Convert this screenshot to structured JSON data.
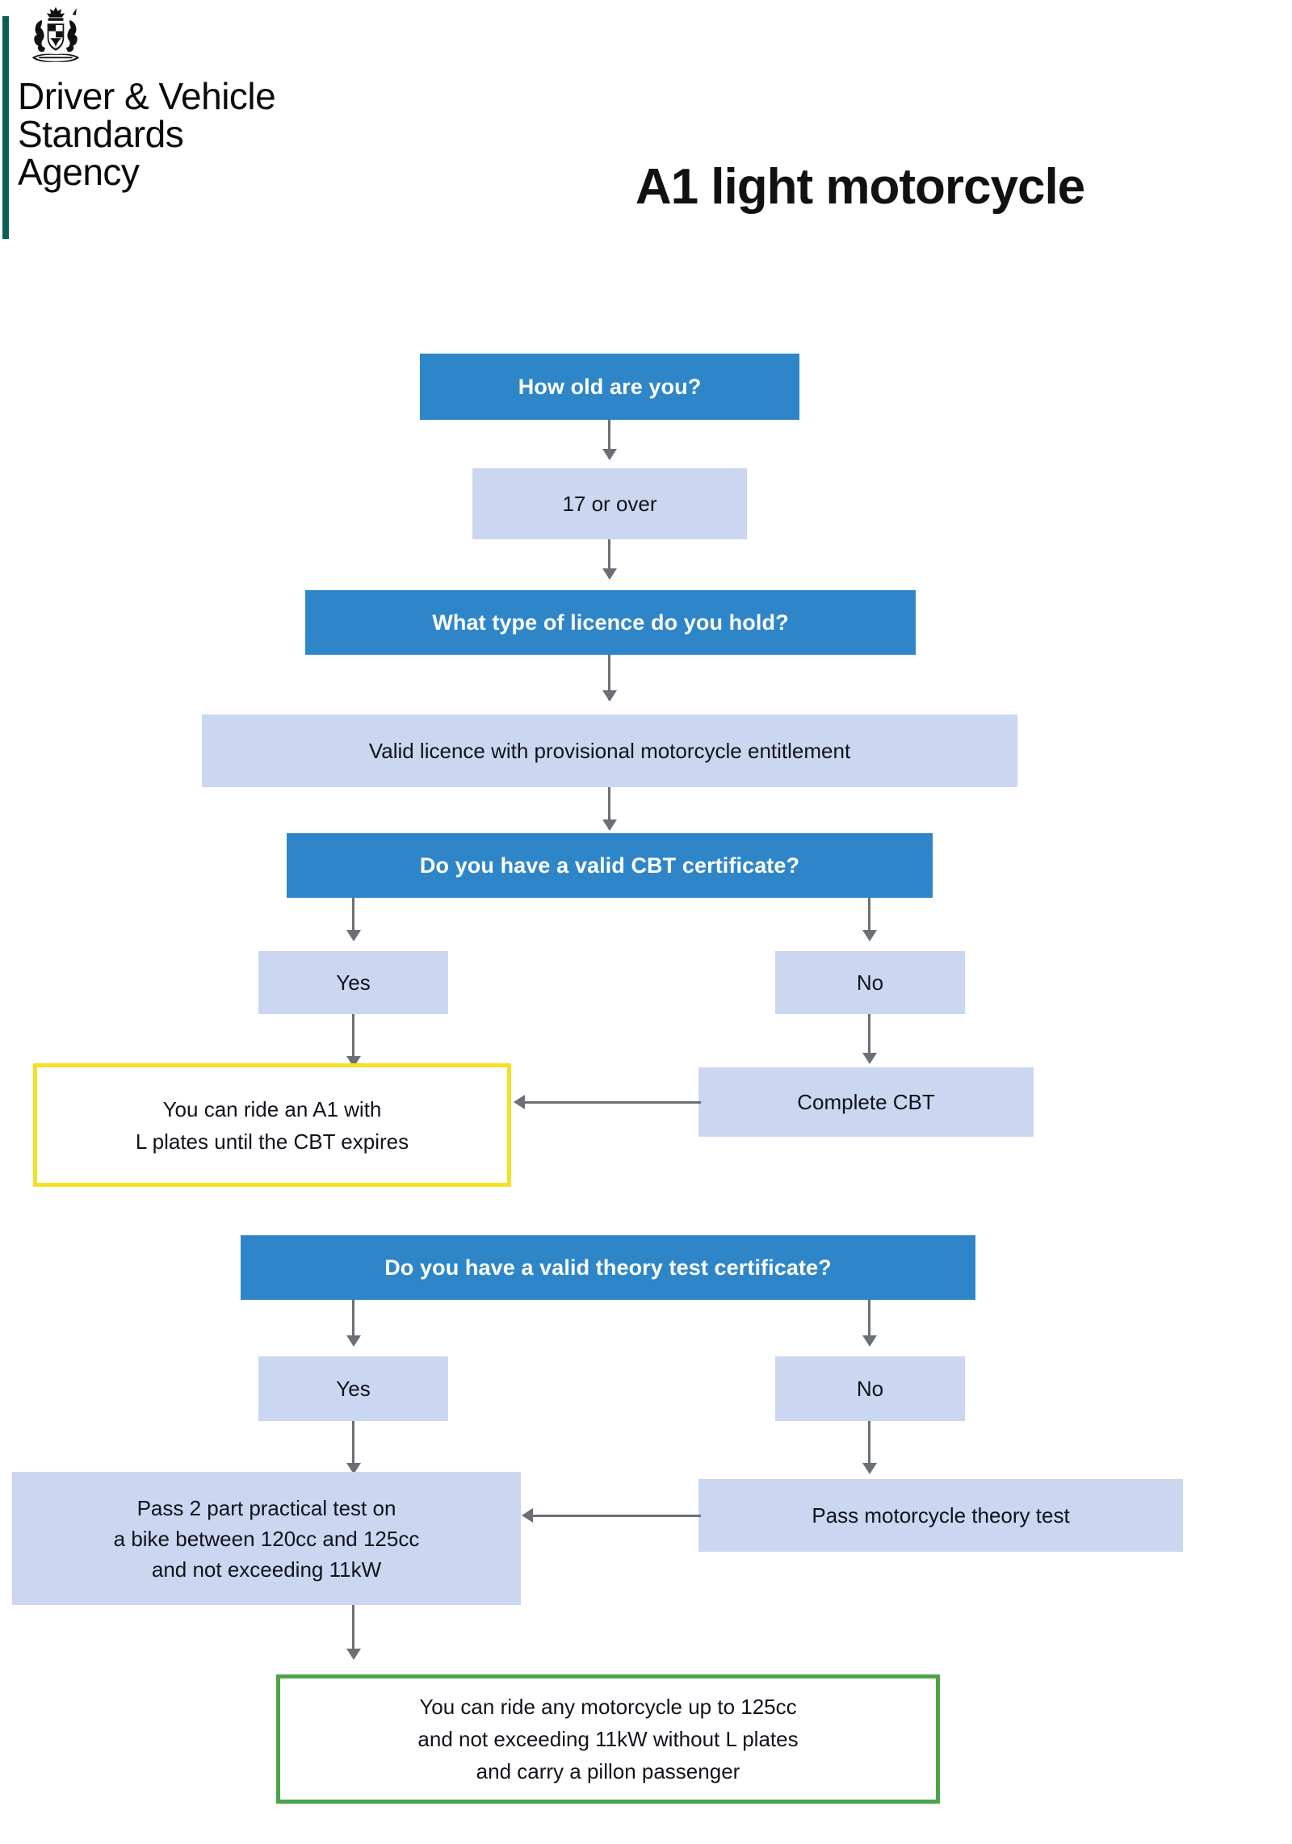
{
  "header": {
    "crest_icon": "royal-coat-of-arms-icon",
    "accent_color": "#0b6157",
    "organisation_line1": "Driver & Vehicle",
    "organisation_line2": "Standards",
    "organisation_line3": "Agency",
    "document_title": "A1 light motorcycle"
  },
  "colors": {
    "question": "#2e86c8",
    "step": "#cbd6f0",
    "provisional_outcome_border": "#f5e024",
    "full_outcome_border": "#4aa54a",
    "connector": "#6b7076"
  },
  "flow": {
    "q_age": "How old are you?",
    "age_answer": "17 or over",
    "q_licence": "What type of licence do you hold?",
    "licence_answer": "Valid licence with provisional motorcycle entitlement",
    "q_cbt": "Do you have a valid CBT certificate?",
    "cbt_yes": "Yes",
    "cbt_no": "No",
    "complete_cbt": "Complete CBT",
    "outcome_provisional": "You can ride an A1 with\nL plates until the CBT expires",
    "q_theory": "Do you have a valid theory test certificate?",
    "theory_yes": "Yes",
    "theory_no": "No",
    "pass_theory": "Pass motorcycle theory test",
    "pass_practical": "Pass 2 part practical test on\na bike between 120cc and 125cc\nand not exceeding 11kW",
    "outcome_full": "You can ride any motorcycle up to 125cc\nand not exceeding 11kW without L plates\nand carry a pillon passenger"
  }
}
